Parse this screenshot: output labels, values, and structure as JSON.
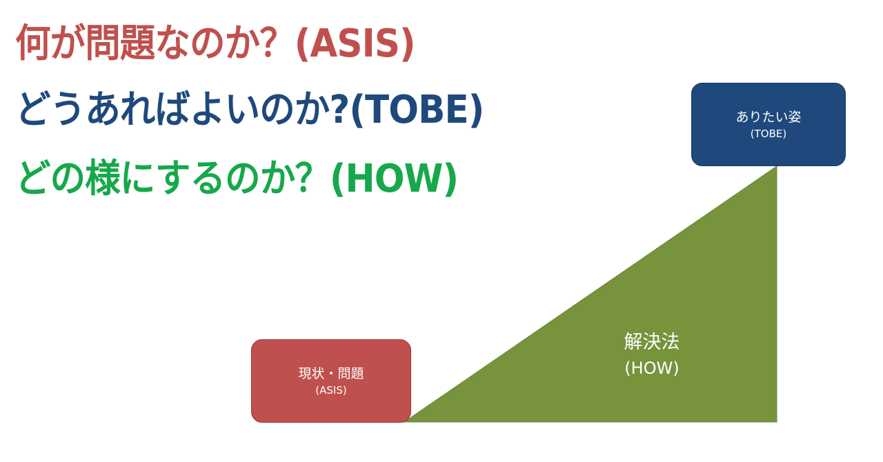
{
  "headings": {
    "asis": "何が問題なのか？(ASIS)",
    "tobe": "どうあればよいのか?(TOBE)",
    "how": "どの様にするのか？(HOW)"
  },
  "diagram": {
    "tobe_box": {
      "title": "ありたい姿",
      "sub": "(TOBE)"
    },
    "asis_box": {
      "title": "現状・問題",
      "sub": "(ASIS)"
    },
    "solution": {
      "title": "解決法",
      "sub": "(HOW)"
    }
  },
  "colors": {
    "asis": "#c0504d",
    "tobe": "#1f497d",
    "how_text": "#16a84a",
    "triangle": "#77933c"
  }
}
